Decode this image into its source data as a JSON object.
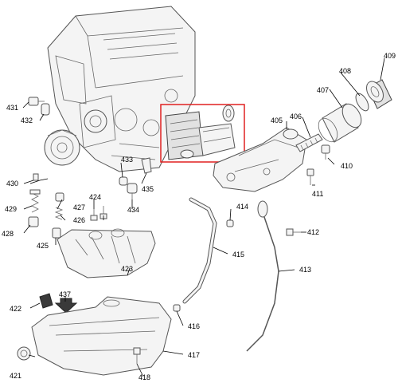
{
  "callouts": {
    "c405": "405",
    "c406": "406",
    "c407": "407",
    "c408": "408",
    "c409": "409",
    "c410": "410",
    "c411": "411",
    "c412": "412",
    "c413": "413",
    "c414": "414",
    "c415": "415",
    "c416": "416",
    "c417": "417",
    "c418": "418",
    "c421": "421",
    "c422": "422",
    "c423": "423",
    "c424": "424",
    "c425": "425",
    "c426": "426",
    "c427": "427",
    "c428": "428",
    "c429": "429",
    "c430": "430",
    "c431": "431",
    "c432": "432",
    "c433": "433",
    "c434": "434",
    "c435": "435",
    "c437": "437"
  },
  "colors": {
    "highlight": "#e02020",
    "ink": "#000000",
    "linework": "#555555"
  }
}
